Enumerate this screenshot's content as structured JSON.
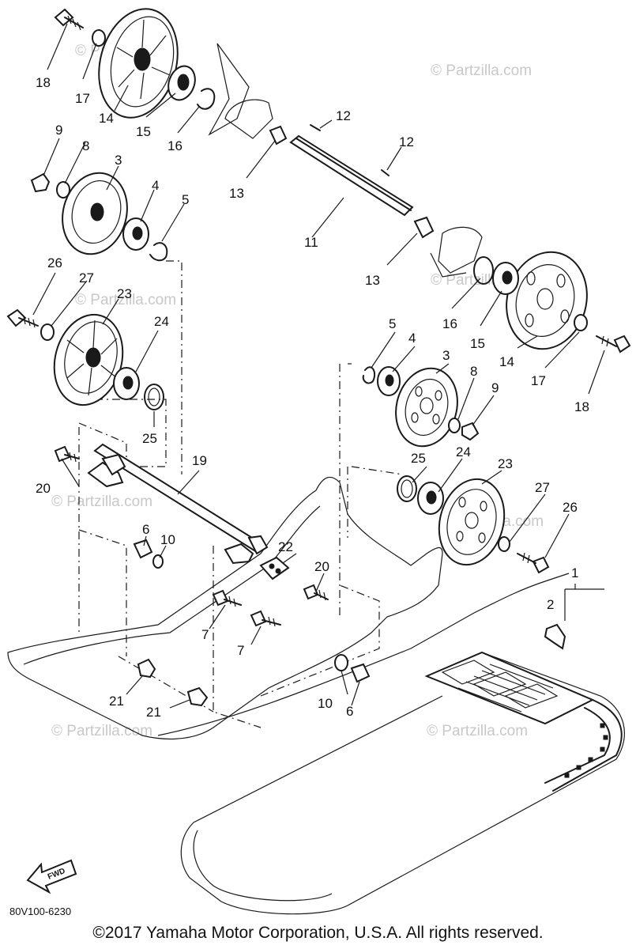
{
  "callouts": {
    "c18a": "18",
    "c17a": "17",
    "c14a": "14",
    "c15a": "15",
    "c16a": "16",
    "c9a": "9",
    "c8a": "8",
    "c3a": "3",
    "c4a": "4",
    "c5a": "5",
    "c26a": "26",
    "c27a": "27",
    "c23a": "23",
    "c24a": "24",
    "c25a": "25",
    "c12a": "12",
    "c12b": "12",
    "c13a": "13",
    "c11": "11",
    "c13b": "13",
    "c16b": "16",
    "c15b": "15",
    "c14b": "14",
    "c17b": "17",
    "c18b": "18",
    "c5b": "5",
    "c4b": "4",
    "c3b": "3",
    "c8b": "8",
    "c9b": "9",
    "c19": "19",
    "c20a": "20",
    "c22": "22",
    "c20b": "20",
    "c25b": "25",
    "c24b": "24",
    "c23b": "23",
    "c27b": "27",
    "c26b": "26",
    "c1": "1",
    "c2": "2",
    "c6a": "6",
    "c10a": "10",
    "c7a": "7",
    "c7b": "7",
    "c21a": "21",
    "c21b": "21",
    "c10b": "10",
    "c6b": "6"
  },
  "watermark": "© Partzilla.com",
  "fwd_label": "FWD",
  "diagram_code": "80V100-6230",
  "copyright": "©2017  Yamaha Motor Corporation, U.S.A. All rights reserved."
}
